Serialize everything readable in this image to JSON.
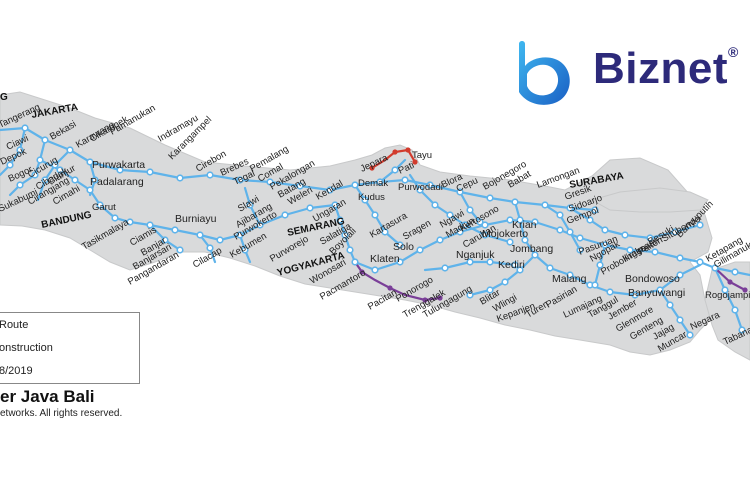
{
  "brand": {
    "name": "Biznet",
    "registered": "®",
    "accent_color": "#2d2a7a",
    "logo_blue": "#1c8fe0"
  },
  "legend": {
    "items": [
      {
        "label": "Route",
        "color": "#5fb3ea"
      },
      {
        "label": "onstruction",
        "color": "#d23b2d"
      },
      {
        "label": "8/2019",
        "color": "#7a3f98"
      }
    ]
  },
  "title": "er Java Bali",
  "copyright": "etworks. All rights reserved.",
  "colors": {
    "land": "#d9dadb",
    "route": "#5fb3ea",
    "construction": "#d23b2d",
    "planned": "#7a3f98"
  },
  "cities": {
    "bold": [
      "JAKARTA",
      "BANDUNG",
      "SEMARANG",
      "YOGYAKARTA",
      "SURABAYA",
      "G"
    ],
    "major": [
      "Purwakarta",
      "Padalarang",
      "Burniayu",
      "Solo",
      "Klaten",
      "Malang",
      "Bondowoso",
      "Banyuwangi",
      "Jombang",
      "Kediri",
      "Mojokerto",
      "Krian",
      "Nganjuk"
    ],
    "labels": [
      "Tangerang",
      "Depok",
      "Bogor",
      "Sukabumi",
      "Bekasi",
      "Cikampek",
      "Karawang",
      "Pamanukan",
      "Indramayu",
      "Karangampel",
      "Cirebon",
      "Brebes",
      "Tegal",
      "Pemalang",
      "Comal",
      "Pekalongan",
      "Batang",
      "Weleri",
      "Kendal",
      "Jepara",
      "Tayu",
      "Pati",
      "Demak",
      "Purwodadi",
      "Kudus",
      "Blora",
      "Cepu",
      "Bojonegoro",
      "Babat",
      "Lamongan",
      "Gresik",
      "Sidoarjo",
      "Gempol",
      "Pasuruan",
      "Ngopak",
      "Probolinggo",
      "Kraksaan",
      "Paiton",
      "Besuki",
      "Situbondo",
      "Banyuputih",
      "Ketapang",
      "Gilimanuk",
      "Rogojampi",
      "Negara",
      "Tabanan",
      "Ciawi",
      "Cicurug",
      "Cibadak",
      "Cianjur",
      "Cimahi",
      "Cirangjang",
      "Garut",
      "Tasikmalaya",
      "Ciamis",
      "Banjar",
      "Banjarsari",
      "Pangandaran",
      "Cilacap",
      "Kebumen",
      "Purwokerto",
      "Slawi",
      "Ajibarang",
      "Purworejo",
      "Wonosari",
      "Pacitan",
      "Pacmantoro",
      "Ponorogo",
      "Trenggalek",
      "Tulungagung",
      "Blitar",
      "Wlingi",
      "Kepanjen",
      "Turen",
      "Pasirian",
      "Lumajang",
      "Tanggul",
      "Jember",
      "Glenmore",
      "Genteng",
      "Jajag",
      "Muncar",
      "Ungaran",
      "Salatiga",
      "Boyolali",
      "Kartasura",
      "Sragen",
      "Ngawi",
      "Madiun",
      "Kertosono",
      "Caruban"
    ]
  }
}
